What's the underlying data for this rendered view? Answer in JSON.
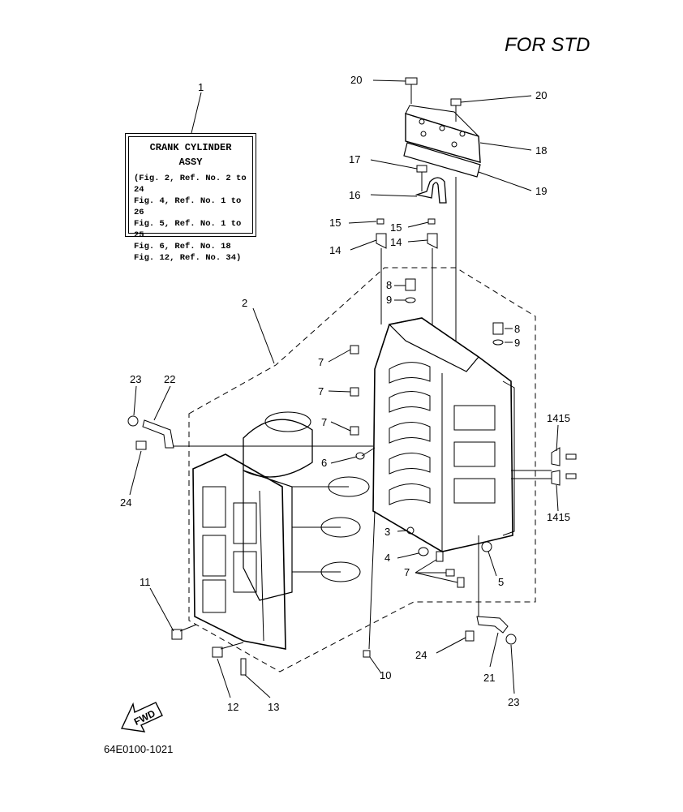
{
  "header": {
    "title": "FOR STD"
  },
  "assembly_box": {
    "title": "CRANK CYLINDER",
    "subtitle": "ASSY",
    "refs": [
      "(Fig. 2, Ref. No. 2 to 24",
      "Fig. 4, Ref. No. 1 to 26",
      "Fig. 5, Ref. No. 1 to 25",
      "Fig. 6, Ref. No. 18",
      "Fig. 12, Ref. No. 34)"
    ]
  },
  "callouts": {
    "c1": "1",
    "c2": "2",
    "c3": "3",
    "c4": "4",
    "c5": "5",
    "c6": "6",
    "c7a": "7",
    "c7b": "7",
    "c7c": "7",
    "c7d": "7",
    "c8a": "8",
    "c8b": "8",
    "c9a": "9",
    "c9b": "9",
    "c10": "10",
    "c11": "11",
    "c12": "12",
    "c13": "13",
    "c14a": "14",
    "c14b": "14",
    "c15a": "15",
    "c15b": "15",
    "c1415a": "1415",
    "c1415b": "1415",
    "c16": "16",
    "c17": "17",
    "c18": "18",
    "c19": "19",
    "c20a": "20",
    "c20b": "20",
    "c21": "21",
    "c22": "22",
    "c23a": "23",
    "c23b": "23",
    "c24a": "24",
    "c24b": "24"
  },
  "fwd_label": "FWD",
  "footer": {
    "code": "64E0100-1021"
  }
}
